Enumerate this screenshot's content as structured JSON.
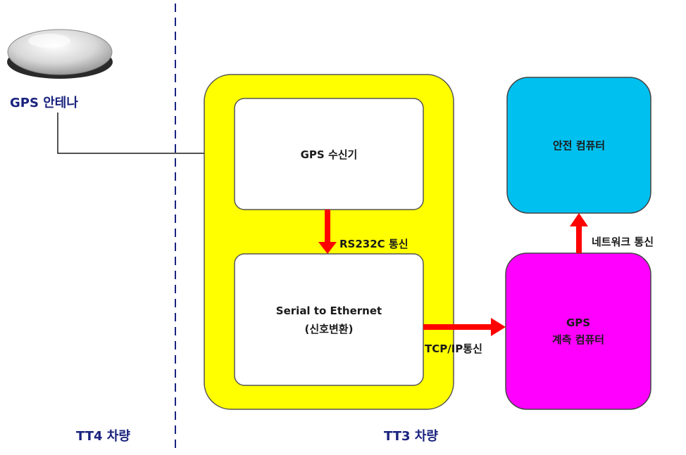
{
  "antenna": {
    "label_bold": "GPS",
    "label_rest": " 안테나"
  },
  "zones": {
    "tt4": {
      "label_bold": "TT4",
      "label_rest": " 차량"
    },
    "tt3": {
      "label_bold": "TT3",
      "label_rest": " 차량"
    }
  },
  "boxes": {
    "gps_receiver": "GPS 수신기",
    "serial_to_ethernet": {
      "line1": "Serial to Ethernet",
      "line2": "(신호변환)"
    },
    "safety_computer": "안전 컴퓨터",
    "gps_measure_computer": {
      "line1": "GPS",
      "line2": "계측 컴퓨터"
    }
  },
  "connections": {
    "rs232c": "RS232C 통신",
    "tcpip": "TCP/IP통신",
    "network": "네트워크 통신"
  },
  "colors": {
    "tt3_container": "#ffff00",
    "white_box": "#ffffff",
    "safety_computer": "#00c0f0",
    "gps_measure_computer": "#ff00ff",
    "arrow": "#ff0000",
    "divider": "#1a237e",
    "label_navy": "#1a237e"
  }
}
